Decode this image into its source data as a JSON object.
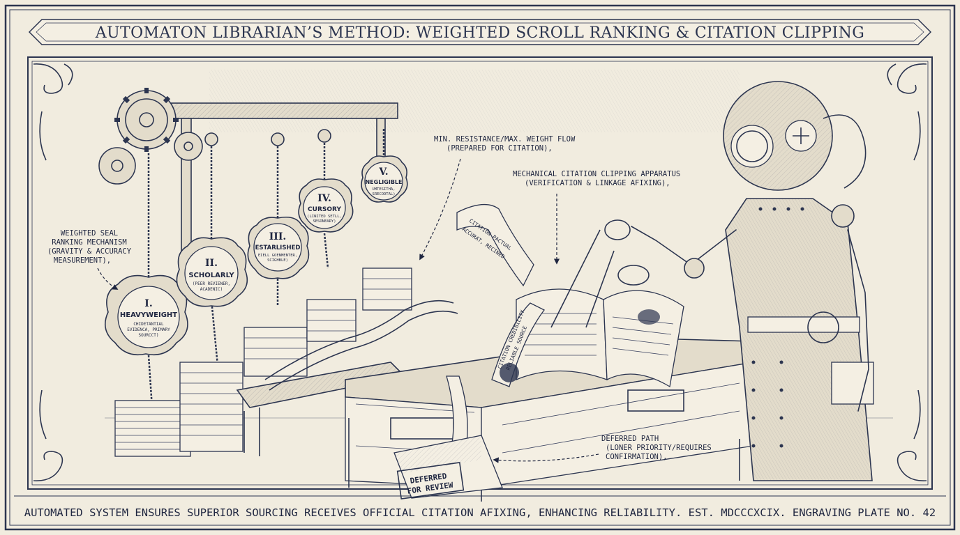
{
  "title": "AUTOMATON LIBRARIAN’S METHOD: WEIGHTED SCROLL RANKING & CITATION CLIPPING",
  "caption": "AUTOMATED SYSTEM ENSURES SUPERIOR SOURCING RECEIVES OFFICIAL CITATION AFIXING, ENHANCING RELIABILITY. EST. MDCCCXCIX. ENGRAVING PLATE NO. 42",
  "annotations": {
    "ranking": [
      "WEIGHTED SEAL",
      "RANKING MECHANISM",
      "(GRAVITY & ACCURACY",
      "MEASUREMENT),"
    ],
    "flow": [
      "MIN. RESISTANCE/MAX. WEIGHT FLOW",
      "(PREPARED FOR CITATION),"
    ],
    "clipping": [
      "MECHANICAL CITATION CLIPPING APPARATUS",
      "(VERIFICATION & LINKAGE AFIXING),"
    ],
    "deferred_path": [
      "DEFERRED PATH",
      "(LONER PRIORITY/REQUIRES",
      "CONFIRMATION),"
    ]
  },
  "seals": [
    {
      "numeral": "I.",
      "name": "HEAVYWEIGHT",
      "sub": [
        "CHIDETANTIAL",
        "EVIDENCA, PRIMARY",
        "SOURCCT)"
      ]
    },
    {
      "numeral": "II.",
      "name": "SCHOLARLY",
      "sub": [
        "(PEER REVIENER,",
        "ACADENIC)"
      ]
    },
    {
      "numeral": "III.",
      "name": "ESTARLISHED",
      "sub": [
        "EIELL GOENMENTER,",
        "SCIGHBLE)"
      ]
    },
    {
      "numeral": "IV.",
      "name": "CURSORY",
      "sub": [
        "(LINITED SETLL,",
        "SESONEARY)"
      ]
    },
    {
      "numeral": "V.",
      "name": "NEGLIGIBLE",
      "sub": [
        "UMTESITHA,",
        "SRECODTAL)"
      ]
    }
  ],
  "box_label": [
    "DEFERRED",
    "FOR REVIEW"
  ],
  "ribbon_text": {
    "upper": [
      "CITATION PACTUAL",
      "ACCURAT, RECINED"
    ],
    "lower": [
      "CITATION CREDIBILITY",
      "RELIABLE SOURCE"
    ]
  }
}
